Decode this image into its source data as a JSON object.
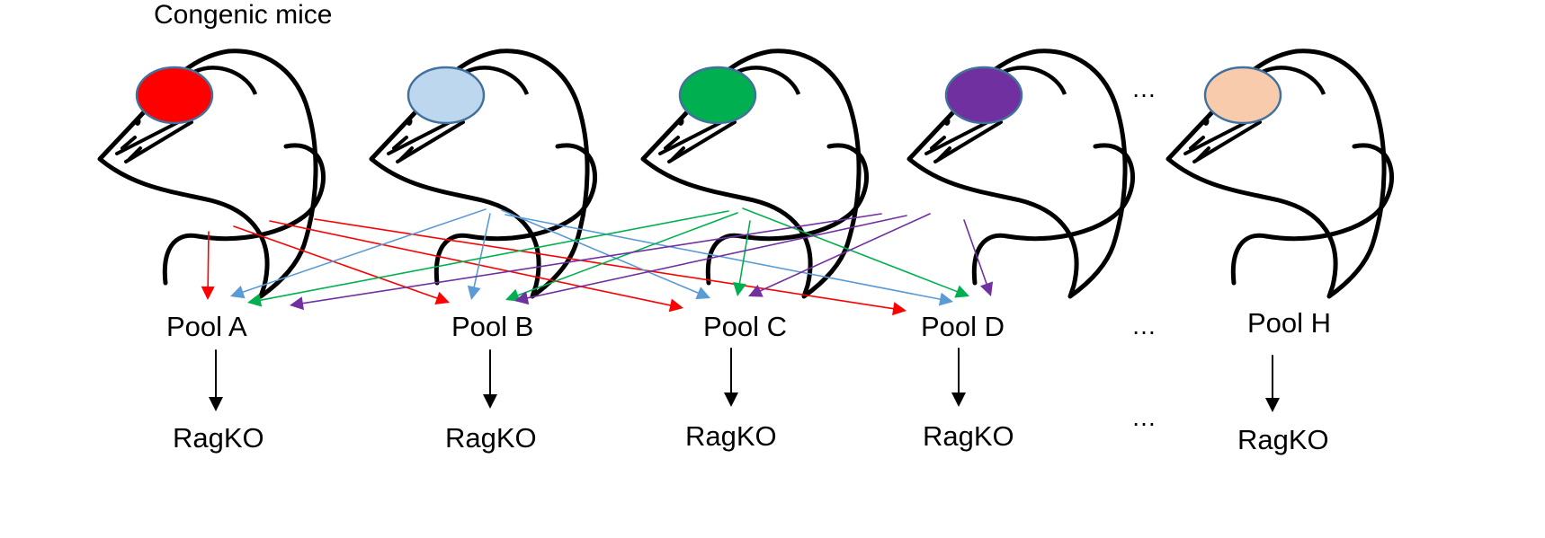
{
  "title": "Congenic mice",
  "ellipsis": "…",
  "mice": [
    {
      "id": "mouse-red",
      "color": "#ff0000"
    },
    {
      "id": "mouse-lightblue",
      "color": "#bdd7ee"
    },
    {
      "id": "mouse-green",
      "color": "#00b050"
    },
    {
      "id": "mouse-purple",
      "color": "#7030a0"
    },
    {
      "id": "mouse-peach",
      "color": "#f8cbad"
    }
  ],
  "pools": [
    {
      "label": "Pool A"
    },
    {
      "label": "Pool B"
    },
    {
      "label": "Pool C"
    },
    {
      "label": "Pool D"
    },
    {
      "label": "Pool H"
    }
  ],
  "recipient_label": "RagKO",
  "arrow_colors": {
    "red": "#ff0000",
    "blue": "#5b9bd5",
    "green": "#00b050",
    "purple": "#7030a0",
    "black": "#000000"
  },
  "connections": [
    {
      "from": "mouse-red",
      "to": "Pool A",
      "color": "red"
    },
    {
      "from": "mouse-red",
      "to": "Pool B",
      "color": "red"
    },
    {
      "from": "mouse-red",
      "to": "Pool C",
      "color": "red"
    },
    {
      "from": "mouse-red",
      "to": "Pool D",
      "color": "red"
    },
    {
      "from": "mouse-lightblue",
      "to": "Pool A",
      "color": "blue"
    },
    {
      "from": "mouse-lightblue",
      "to": "Pool B",
      "color": "blue"
    },
    {
      "from": "mouse-lightblue",
      "to": "Pool C",
      "color": "blue"
    },
    {
      "from": "mouse-lightblue",
      "to": "Pool D",
      "color": "blue"
    },
    {
      "from": "mouse-green",
      "to": "Pool A",
      "color": "green"
    },
    {
      "from": "mouse-green",
      "to": "Pool B",
      "color": "green"
    },
    {
      "from": "mouse-green",
      "to": "Pool C",
      "color": "green"
    },
    {
      "from": "mouse-green",
      "to": "Pool D",
      "color": "green"
    },
    {
      "from": "mouse-purple",
      "to": "Pool A",
      "color": "purple"
    },
    {
      "from": "mouse-purple",
      "to": "Pool B",
      "color": "purple"
    },
    {
      "from": "mouse-purple",
      "to": "Pool C",
      "color": "purple"
    },
    {
      "from": "mouse-purple",
      "to": "Pool D",
      "color": "purple"
    }
  ]
}
